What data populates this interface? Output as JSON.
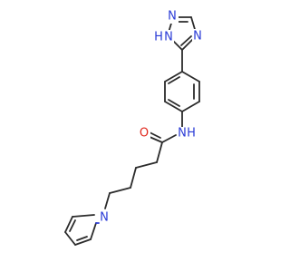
{
  "molecule": {
    "atoms": {
      "triazole_n1": "N",
      "triazole_n2": "N",
      "triazole_nh": "N",
      "triazole_h": "H",
      "amide_n": "N",
      "amide_h": "H",
      "carbonyl_o": "O",
      "pyrrole_n": "N"
    },
    "colors": {
      "carbon_bond": "#2b2b2b",
      "nitrogen": "#2a3bd6",
      "oxygen": "#e0261b",
      "background": "#ffffff"
    }
  }
}
